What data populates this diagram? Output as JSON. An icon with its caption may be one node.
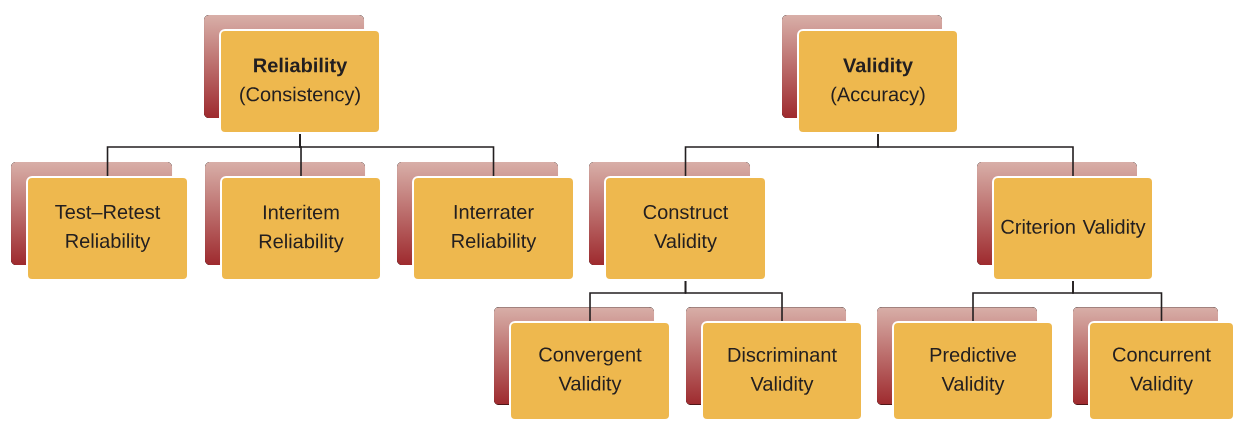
{
  "diagram": {
    "nodes": [
      {
        "text": [
          "Reliability",
          "(Consistency)"
        ]
      },
      {
        "text": [
          "Validity",
          "(Accuracy)"
        ]
      },
      {
        "text": [
          "Test–Retest Reliability"
        ]
      },
      {
        "text": [
          "Interitem Reliability"
        ]
      },
      {
        "text": [
          "Interrater Reliability"
        ]
      },
      {
        "text": [
          "Construct Validity"
        ]
      },
      {
        "text": [
          "Criterion Validity"
        ]
      },
      {
        "text": [
          "Convergent Validity"
        ]
      },
      {
        "text": [
          "Discriminant Validity"
        ]
      },
      {
        "text": [
          "Predictive Validity"
        ]
      },
      {
        "text": [
          "Concurrent Validity"
        ]
      }
    ],
    "edges": [
      {
        "from": 0,
        "to": 2,
        "arrow": "none"
      },
      {
        "from": 0,
        "to": 3,
        "arrow": "none"
      },
      {
        "from": 0,
        "to": 4,
        "arrow": "none"
      },
      {
        "from": 1,
        "to": 5,
        "arrow": "none"
      },
      {
        "from": 1,
        "to": 6,
        "arrow": "none"
      },
      {
        "from": 5,
        "to": 7,
        "arrow": "none"
      },
      {
        "from": 5,
        "to": 8,
        "arrow": "none"
      },
      {
        "from": 6,
        "to": 9,
        "arrow": "none"
      },
      {
        "from": 6,
        "to": 10,
        "arrow": "none"
      }
    ]
  }
}
